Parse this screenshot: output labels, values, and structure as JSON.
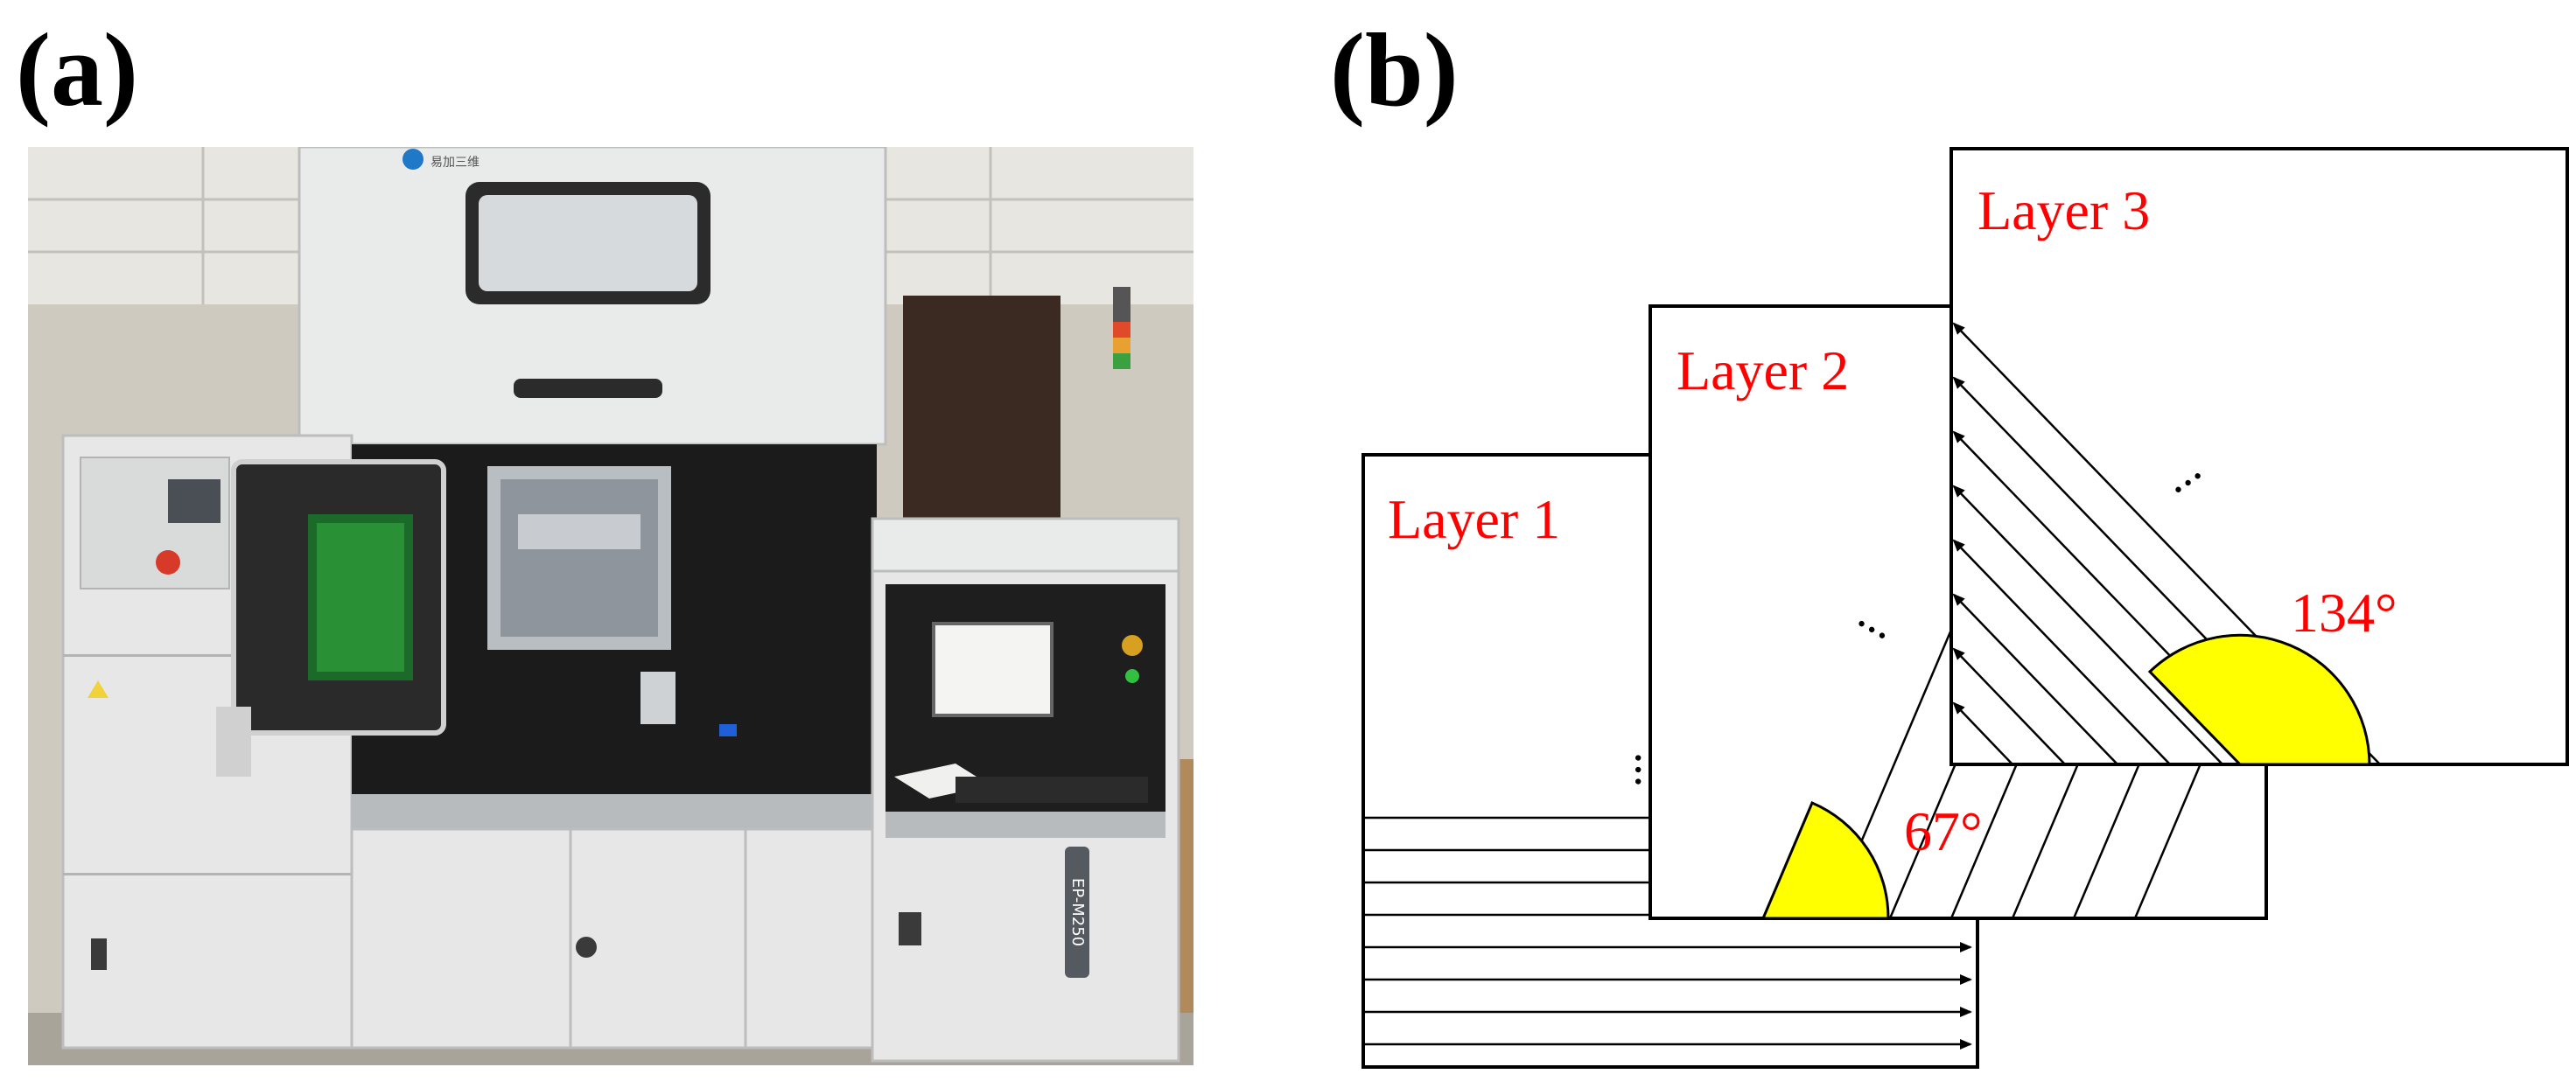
{
  "panels": {
    "a": {
      "label": "(a)"
    },
    "b": {
      "label": "(b)"
    }
  },
  "machine": {
    "model_text": "EP-M250",
    "brand_text": "易加三维"
  },
  "diagram": {
    "layers": [
      {
        "label": "Layer 1"
      },
      {
        "label": "Layer 2"
      },
      {
        "label": "Layer 3"
      }
    ],
    "angles": [
      {
        "label": "67°",
        "value": 67
      },
      {
        "label": "134°",
        "value": 134
      }
    ],
    "ellipsis": "...",
    "colors": {
      "layer_text": "#ff0000",
      "angle_fill": "#ffff00",
      "angle_text": "#ff0000",
      "line": "#000000"
    }
  }
}
